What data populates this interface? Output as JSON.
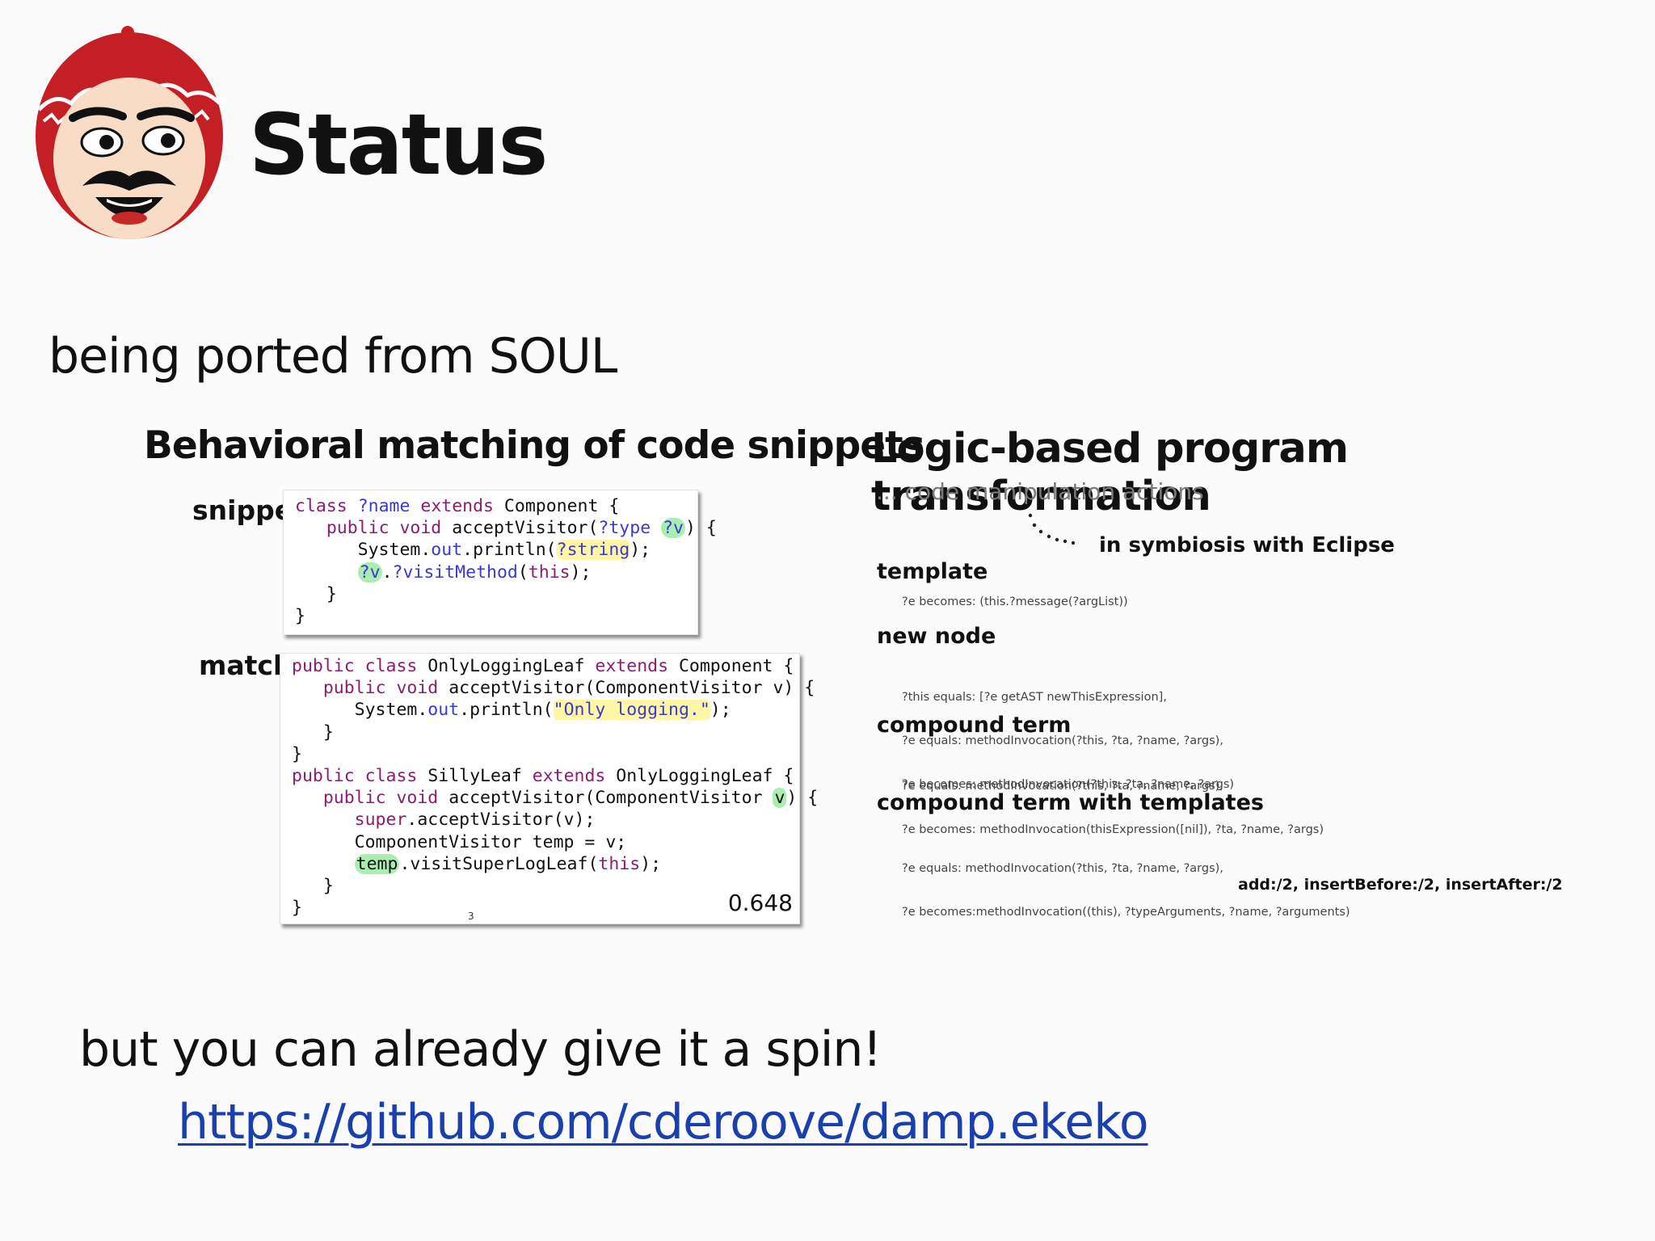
{
  "slide": {
    "title": "Status",
    "ported": "being ported from SOUL",
    "spin": "but you can already give it a spin!",
    "link": "https://github.com/cderoove/damp.ekeko"
  },
  "left_figure": {
    "title": "Behavioral matching of code snippets",
    "snippet_label": "snippet",
    "match_label": "match",
    "score": "0.648",
    "page_number": "3"
  },
  "right_figure": {
    "title": "Logic-based program transformation",
    "subtitle": "... code manipulation actions",
    "symbiosis": "in symbiosis with Eclipse",
    "template_label": "template",
    "template_line": "?e becomes: (this.?message(?argList))",
    "new_node_label": "new node",
    "new_node_lines": [
      "?this equals: [?e getAST newThisExpression],",
      "?e equals: methodInvocation(?this, ?ta, ?name, ?args),",
      "?e becomes: methodInvocation(?this, ?ta, ?name, ?args)"
    ],
    "compound_label": "compound term",
    "compound_lines": [
      "?e equals: methodInvocation(?this, ?ta, ?name, ?args),",
      "?e becomes: methodInvocation(thisExpression([nil]), ?ta, ?name, ?args)"
    ],
    "compound_tpl_label": "compound term with templates",
    "compound_tpl_lines": [
      "?e equals: methodInvocation(?this, ?ta, ?name, ?args),",
      "?e becomes:methodInvocation((this), ?typeArguments, ?name, ?arguments)"
    ],
    "ops": "add:/2, insertBefore:/2, insertAfter:/2"
  },
  "icons": {
    "avatar": "mascot-face-icon"
  },
  "colors": {
    "link": "#1a3fae",
    "keyword": "#8b1e6e",
    "variable": "#3a3ad0",
    "highlight_yellow": "#fff6a6",
    "highlight_green": "#a9eeb0"
  }
}
